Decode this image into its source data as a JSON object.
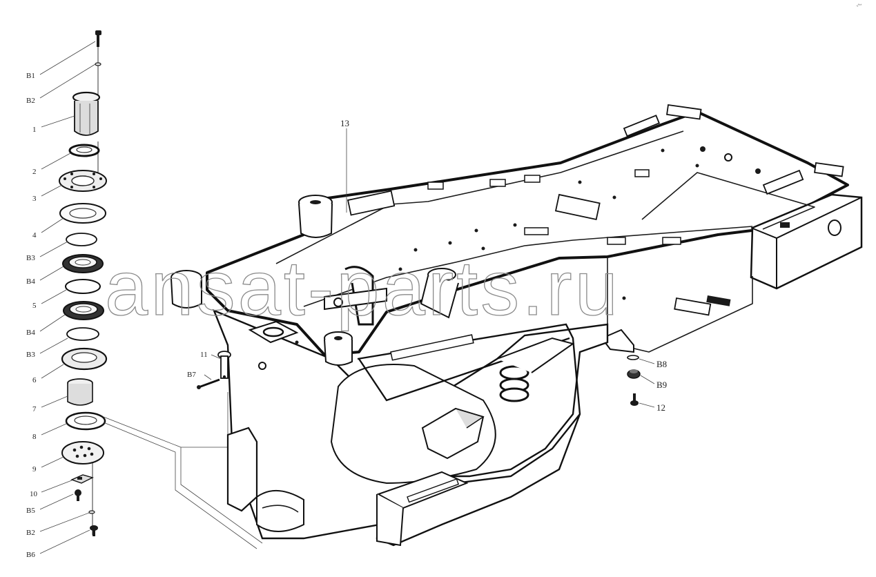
{
  "corner_mark": "-/**",
  "watermark": "ansat-parts.ru",
  "stack_labels": [
    "B1",
    "B2",
    "1",
    "2",
    "3",
    "4",
    "B3",
    "B4",
    "5",
    "B4",
    "B3",
    "6",
    "7",
    "8",
    "9",
    "10",
    "B5",
    "B2",
    "B6"
  ],
  "frame_labels": {
    "frame": "13",
    "pin": "11",
    "pin_bolt": "B7",
    "washer": "B8",
    "nut": "B9",
    "bolt": "12"
  }
}
